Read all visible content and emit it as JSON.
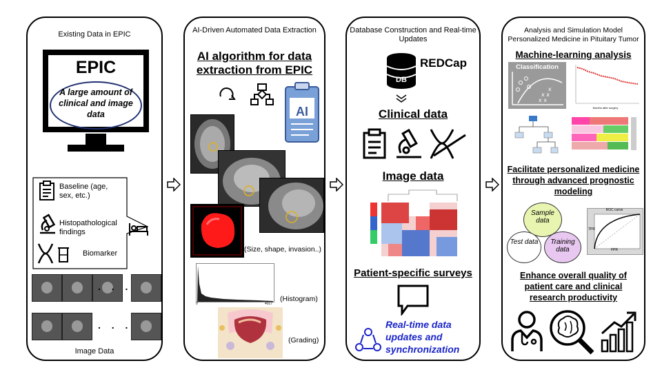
{
  "panel1": {
    "title": "Existing Data in EPIC",
    "monitor_title": "EPIC",
    "monitor_subtitle": "A large amount of clinical and image data",
    "items": [
      {
        "icon": "clipboard-icon",
        "label": "Baseline (age, sex, etc.)"
      },
      {
        "icon": "microscope-icon",
        "label": "Histopathological findings"
      },
      {
        "icon": "dna-icon",
        "label": "Biomarker"
      }
    ],
    "dots": ". . . .",
    "footer": "Image Data"
  },
  "panel2": {
    "title": "AI-Driven Automated Data Extraction",
    "heading": "AI algorithm for data extraction from EPIC",
    "ai_label": "AI",
    "labels": {
      "size": "(Size, shape, invasion..)",
      "histogram": "(Histogram)",
      "grading": "(Grading)"
    },
    "histogram_axis": {
      "min": "0",
      "max": "4017"
    }
  },
  "panel3": {
    "title": "Database Construction and Real-time Updates",
    "db_label": "DB",
    "redcap": "REDCap",
    "clinical": "Clinical data",
    "image": "Image data",
    "surveys": "Patient-specific surveys",
    "realtime": "Real-time data updates and synchronization"
  },
  "panel4": {
    "title": "Analysis and Simulation Model Personalized Medicine in Pituitary Tumor",
    "ml_heading": "Machine-learning analysis",
    "classification": "Classification",
    "chart_xlabel": "Months after surgery",
    "personalized": "Facilitate personalized medicine through advanced prognostic modeling",
    "venn": {
      "sample": "Sample data",
      "test": "Test data",
      "training": "Training data"
    },
    "roc_title": "ROC curve",
    "roc_x": "FPR",
    "roc_y": "TPR",
    "enhance": "Enhance overall quality of patient care and clinical research productivity"
  },
  "colors": {
    "blue_text": "#1a24c8",
    "venn_sample": "#e8f5b0",
    "venn_test": "#ffffff",
    "venn_training": "#e8c8f0"
  }
}
